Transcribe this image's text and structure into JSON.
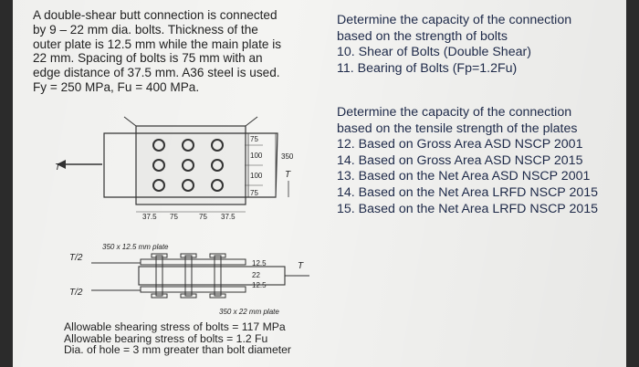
{
  "problem": {
    "lines": [
      "A double-shear butt connection is connected",
      "by 9 – 22 mm dia. bolts.  Thickness of the",
      "outer plate is 12.5 mm while the main plate is",
      "22 mm.  Spacing of bolts is 75 mm with an",
      "edge distance of 37.5 mm.  A36 steel is used.",
      "Fy = 250 MPa, Fu = 400 MPa."
    ]
  },
  "questions_bolts": {
    "lines": [
      "Determine the capacity of the connection",
      "based on the strength of bolts",
      "10. Shear of Bolts (Double Shear)",
      "11. Bearing of Bolts (Fp=1.2Fu)"
    ]
  },
  "questions_plates": {
    "lines": [
      "Determine the capacity of the connection",
      "based on the tensile strength of the plates",
      "12. Based on Gross Area ASD NSCP 2001",
      "14. Based on Gross Area ASD NSCP 2015",
      "13. Based on the Net Area ASD NSCP 2001",
      "14. Based on the Net Area LRFD NSCP 2015",
      "15. Based on the Net Area LRFD NSCP 2015"
    ]
  },
  "figure": {
    "load_left": "T",
    "load_right": "T",
    "dims_right": [
      "75",
      "100",
      "100",
      "75"
    ],
    "width_dim": "350",
    "dims_bottom": [
      "37.5",
      "75",
      "75",
      "37.5"
    ],
    "plate_top_label": "350 x 12.5 mm plate",
    "plate_bottom_label": "350 x 22 mm plate",
    "half_load_top": "T/2",
    "half_load_bottom": "T/2",
    "thickness_dims": [
      "12.5",
      "22",
      "12.5"
    ]
  },
  "notes": {
    "lines": [
      "Allowable shearing stress of bolts = 117 MPa",
      "Allowable bearing stress of bolts = 1.2 Fu",
      "Dia. of hole = 3 mm greater than bolt diameter"
    ]
  }
}
